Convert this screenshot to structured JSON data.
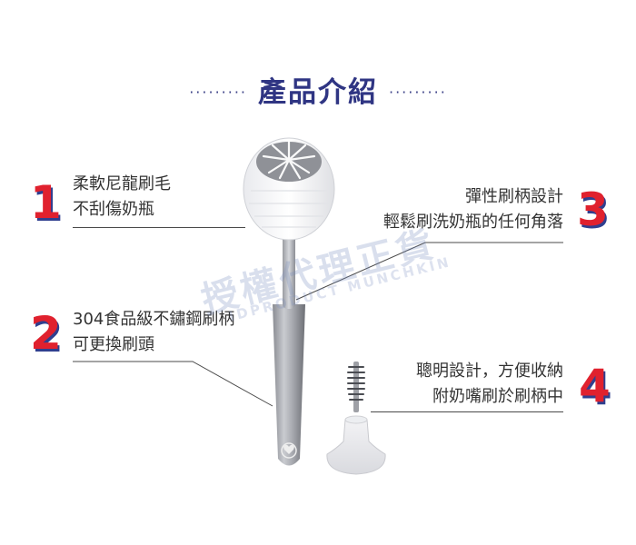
{
  "title": {
    "dots_left": "·········",
    "text": "產品介紹",
    "dots_right": "·········"
  },
  "features": [
    {
      "num": "1",
      "line1": "柔軟尼龍刷毛",
      "line2": "不刮傷奶瓶"
    },
    {
      "num": "2",
      "line1": "304食品級不鏽鋼刷柄",
      "line2": "可更換刷頭"
    },
    {
      "num": "3",
      "line1": "彈性刷柄設計",
      "line2": "輕鬆刷洗奶瓶的任何角落"
    },
    {
      "num": "4",
      "line1": "聰明設計，方便收納",
      "line2": "附奶嘴刷於刷柄中"
    }
  ],
  "watermark": {
    "main": "授權代理正貨",
    "sub": "IDPRODUCT MUNCHKIN"
  },
  "colors": {
    "title": "#2f3583",
    "number": "#e0212e",
    "number_shadow": "#2f3f8f",
    "text": "#333333"
  },
  "icons": {
    "brand_mark": "heart-logo-icon"
  }
}
